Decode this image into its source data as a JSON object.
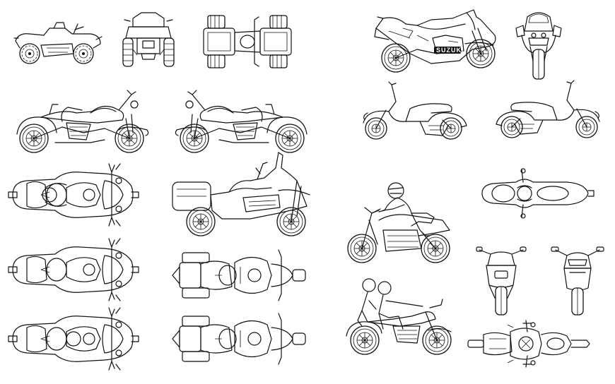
{
  "sheet": {
    "background": "#ffffff",
    "line_color": "#111111",
    "brand_text": "SUZUKI"
  },
  "blocks": [
    {
      "id": "atv-side",
      "icon": "atv-side-view-icon"
    },
    {
      "id": "atv-front",
      "icon": "atv-front-view-icon"
    },
    {
      "id": "atv-top",
      "icon": "atv-top-view-icon"
    },
    {
      "id": "sportbike-side",
      "icon": "sportbike-side-view-icon"
    },
    {
      "id": "sportbike-front",
      "icon": "sportbike-front-view-icon"
    },
    {
      "id": "cruiser-side-left",
      "icon": "cruiser-side-view-icon"
    },
    {
      "id": "cruiser-side-right",
      "icon": "cruiser-side-view-icon"
    },
    {
      "id": "scooter-side-left",
      "icon": "scooter-side-view-icon"
    },
    {
      "id": "scooter-side-right",
      "icon": "scooter-side-view-icon"
    },
    {
      "id": "bike-top-rider-1",
      "icon": "motorcycle-top-view-icon"
    },
    {
      "id": "touring-side",
      "icon": "touring-bike-side-view-icon"
    },
    {
      "id": "bike-top-2",
      "icon": "motorcycle-top-view-icon"
    },
    {
      "id": "touring-top-1",
      "icon": "touring-bike-top-view-icon"
    },
    {
      "id": "bike-top-3",
      "icon": "motorcycle-top-view-icon"
    },
    {
      "id": "touring-top-2",
      "icon": "touring-bike-top-view-icon"
    },
    {
      "id": "scooter-top",
      "icon": "scooter-top-view-icon"
    },
    {
      "id": "naked-bike-rider",
      "icon": "motorcycle-with-rider-icon"
    },
    {
      "id": "scooter-rear",
      "icon": "scooter-rear-view-icon"
    },
    {
      "id": "scooter-front",
      "icon": "scooter-front-view-icon"
    },
    {
      "id": "cruiser-two-riders",
      "icon": "cruiser-with-two-riders-icon"
    },
    {
      "id": "cruiser-top",
      "icon": "cruiser-top-view-icon"
    }
  ]
}
